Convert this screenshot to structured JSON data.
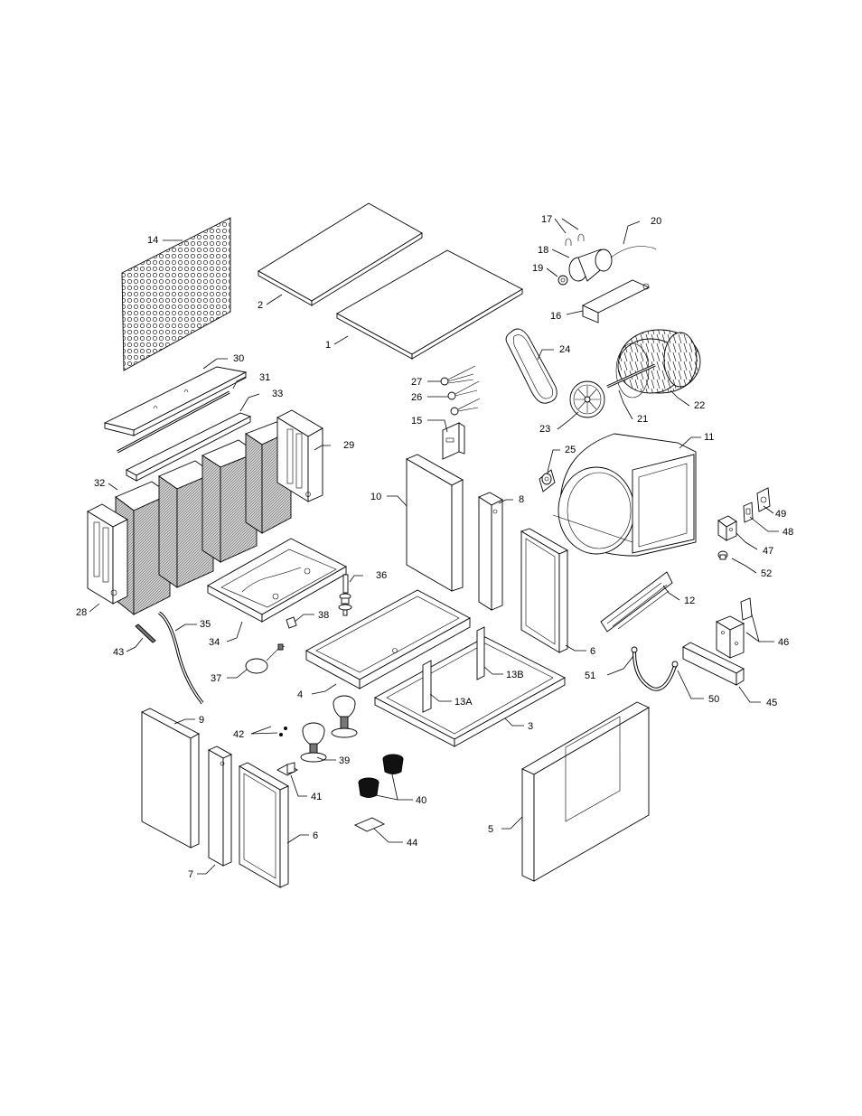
{
  "callouts": [
    {
      "id": "c14",
      "text": "14"
    },
    {
      "id": "c2",
      "text": "2"
    },
    {
      "id": "c1",
      "text": "1"
    },
    {
      "id": "c17",
      "text": "17"
    },
    {
      "id": "c20",
      "text": "20"
    },
    {
      "id": "c18",
      "text": "18"
    },
    {
      "id": "c19",
      "text": "19"
    },
    {
      "id": "c16",
      "text": "16"
    },
    {
      "id": "c24",
      "text": "24"
    },
    {
      "id": "c22",
      "text": "22"
    },
    {
      "id": "c21",
      "text": "21"
    },
    {
      "id": "c23",
      "text": "23"
    },
    {
      "id": "c30",
      "text": "30"
    },
    {
      "id": "c31",
      "text": "31"
    },
    {
      "id": "c33",
      "text": "33"
    },
    {
      "id": "c29",
      "text": "29"
    },
    {
      "id": "c32",
      "text": "32"
    },
    {
      "id": "c27",
      "text": "27"
    },
    {
      "id": "c26",
      "text": "26"
    },
    {
      "id": "c15",
      "text": "15"
    },
    {
      "id": "c25",
      "text": "25"
    },
    {
      "id": "c11",
      "text": "11"
    },
    {
      "id": "c10",
      "text": "10"
    },
    {
      "id": "c8",
      "text": "8"
    },
    {
      "id": "c49",
      "text": "49"
    },
    {
      "id": "c48",
      "text": "48"
    },
    {
      "id": "c47",
      "text": "47"
    },
    {
      "id": "c52",
      "text": "52"
    },
    {
      "id": "c12",
      "text": "12"
    },
    {
      "id": "c28",
      "text": "28"
    },
    {
      "id": "c36",
      "text": "36"
    },
    {
      "id": "c38",
      "text": "38"
    },
    {
      "id": "c34",
      "text": "34"
    },
    {
      "id": "c6a",
      "text": "6"
    },
    {
      "id": "c35",
      "text": "35"
    },
    {
      "id": "c43",
      "text": "43"
    },
    {
      "id": "c46",
      "text": "46"
    },
    {
      "id": "c37",
      "text": "37"
    },
    {
      "id": "c13B",
      "text": "13B"
    },
    {
      "id": "c51",
      "text": "51"
    },
    {
      "id": "c4",
      "text": "4"
    },
    {
      "id": "c13A",
      "text": "13A"
    },
    {
      "id": "c50",
      "text": "50"
    },
    {
      "id": "c45",
      "text": "45"
    },
    {
      "id": "c3",
      "text": "3"
    },
    {
      "id": "c9",
      "text": "9"
    },
    {
      "id": "c42",
      "text": "42"
    },
    {
      "id": "c39",
      "text": "39"
    },
    {
      "id": "c41",
      "text": "41"
    },
    {
      "id": "c40",
      "text": "40"
    },
    {
      "id": "c6b",
      "text": "6"
    },
    {
      "id": "c5",
      "text": "5"
    },
    {
      "id": "c44",
      "text": "44"
    },
    {
      "id": "c7",
      "text": "7"
    }
  ]
}
